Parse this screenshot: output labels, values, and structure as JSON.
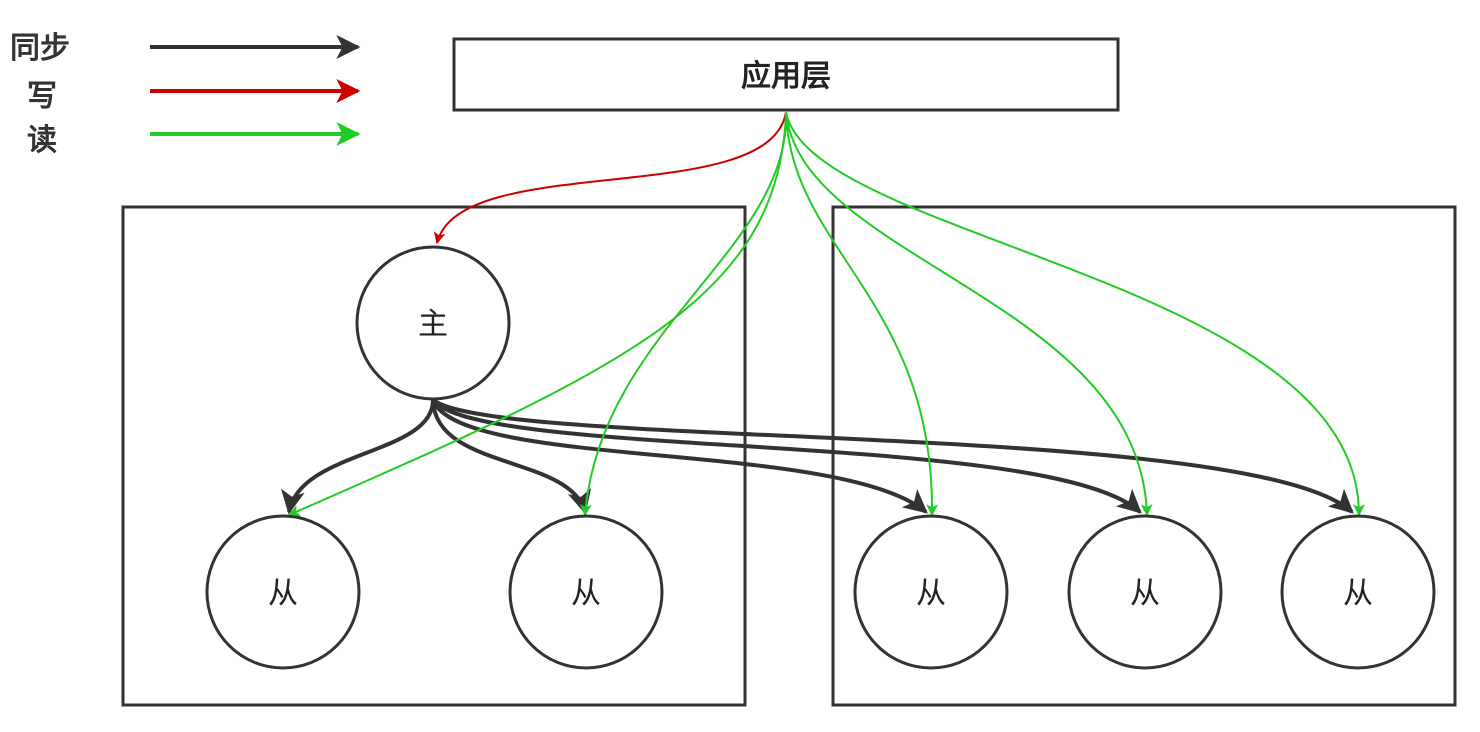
{
  "legend": {
    "sync_label": "同步",
    "write_label": "写",
    "read_label": "读"
  },
  "app_layer": {
    "label": "应用层"
  },
  "nodes": {
    "master": "主",
    "slave_1": "从",
    "slave_2": "从",
    "slave_3": "从",
    "slave_4": "从",
    "slave_5": "从"
  },
  "colors": {
    "sync": "#333333",
    "write": "#cc0000",
    "read": "#22cc22",
    "border": "#333333"
  }
}
